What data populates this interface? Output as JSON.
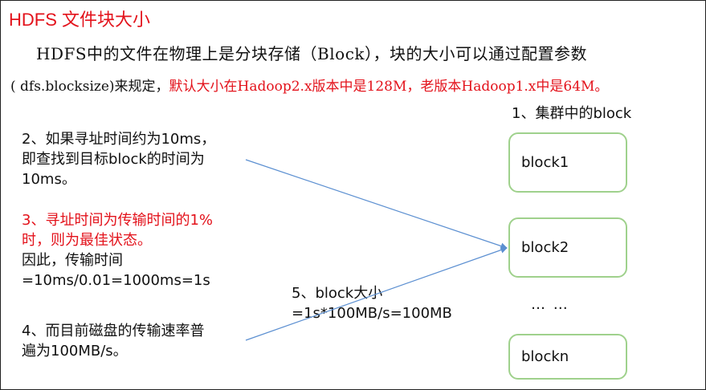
{
  "title": "HDFS 文件块大小",
  "intro": {
    "line1": "HDFS中的文件在物理上是分块存储（Block），块的大小可以通过配置参数",
    "line2_black": "( dfs.blocksize)来规定，",
    "line2_red": "默认大小在Hadoop2.x版本中是128M，老版本Hadoop1.x中是64M。"
  },
  "cluster": {
    "label": "1、集群中的block",
    "blocks": [
      "block1",
      "block2",
      "blockn"
    ],
    "ellipsis": "… …"
  },
  "notes": {
    "n2": {
      "line1": "2、如果寻址时间约为10ms，",
      "line2": "即查找到目标block的时间为",
      "line3": "10ms。"
    },
    "n3": {
      "red1": "3、寻址时间为传输时间的1%",
      "red2": "时，则为最佳状态。",
      "line3": "因此，传输时间",
      "line4": "=10ms/0.01=1000ms=1s"
    },
    "n4": {
      "line1": "4、而目前磁盘的传输速率普",
      "line2": "遍为100MB/s。"
    },
    "n5": {
      "line1": "5、block大小",
      "line2": "=1s*100MB/s=100MB"
    }
  },
  "colors": {
    "red": "#e3121b",
    "block_border": "#9fd18c",
    "arrow": "#5b8fd1"
  }
}
